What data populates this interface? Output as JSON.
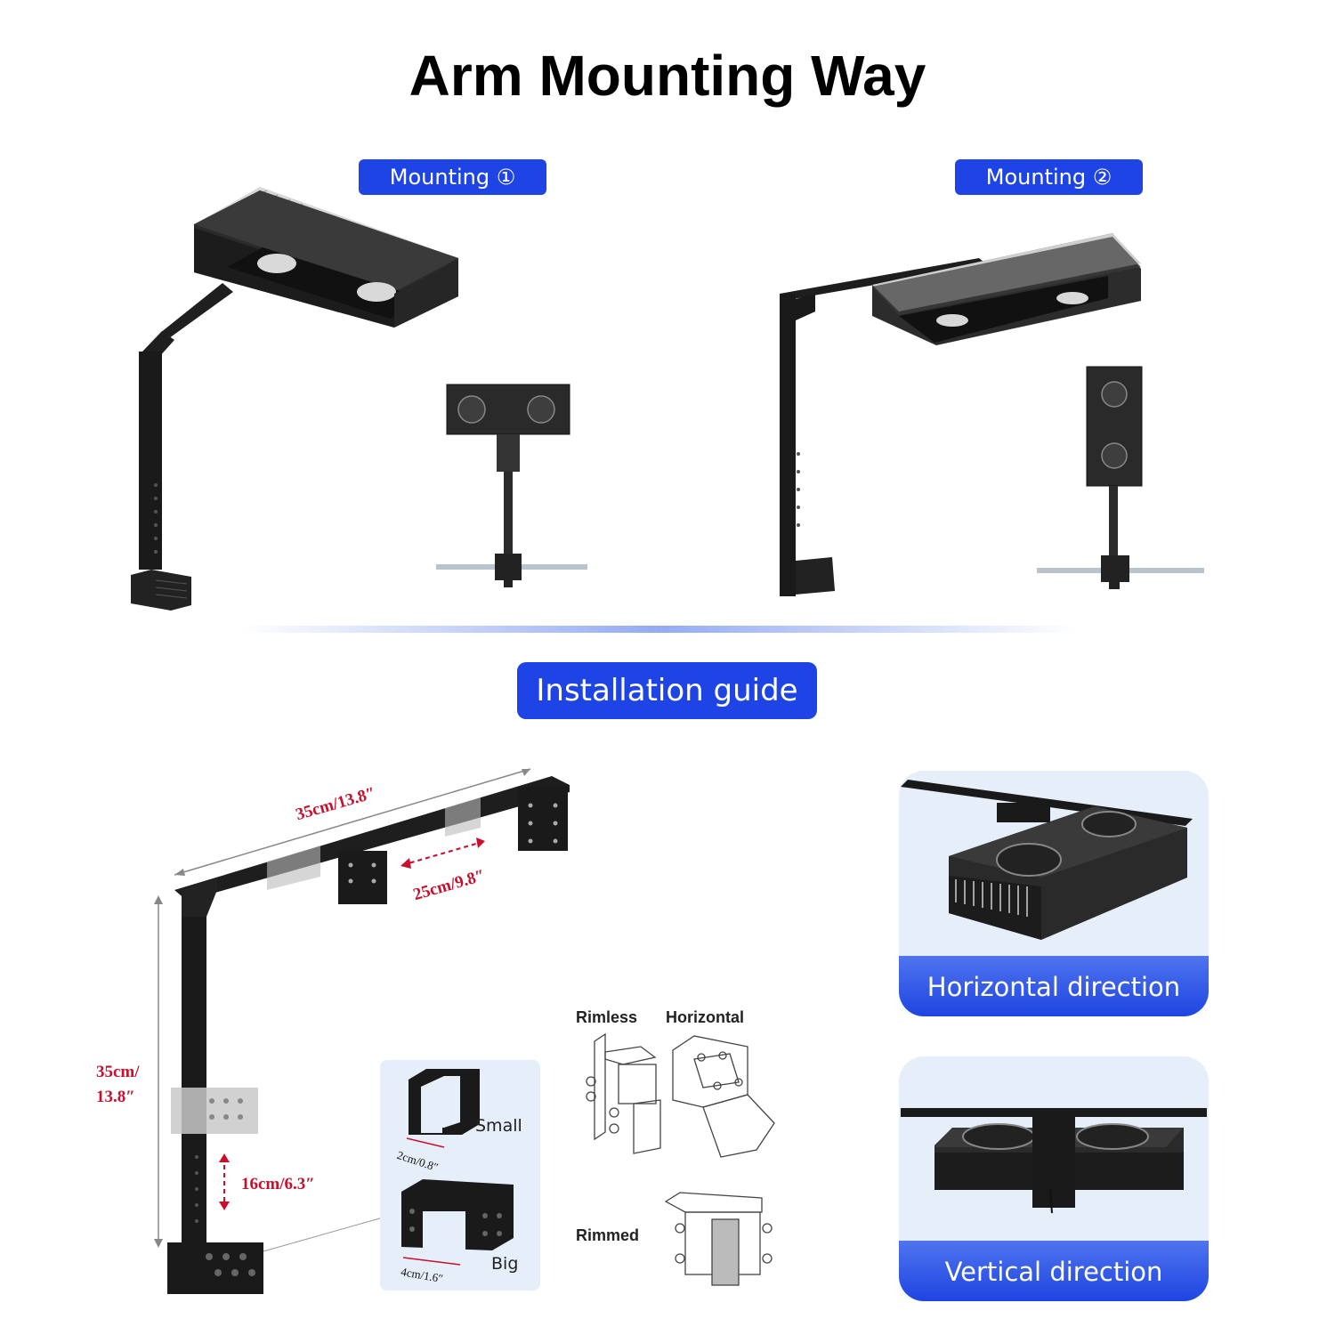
{
  "title": "Arm Mounting Way",
  "mounting": [
    {
      "label": "Mounting ①"
    },
    {
      "label": "Mounting ②"
    }
  ],
  "guide": {
    "label": "Installation guide"
  },
  "dimensions": {
    "arm_length": "35cm/13.8″",
    "slide_range": "25cm/9.8″",
    "pole_height_line1": "35cm/",
    "pole_height_line2": "13.8″",
    "adjust_range": "16cm/6.3″"
  },
  "clamps": {
    "small_label": "Small",
    "small_width": "2cm/0.8″",
    "big_label": "Big",
    "big_width": "4cm/1.6″"
  },
  "tank_types": {
    "rimless": "Rimless",
    "horizontal": "Horizontal",
    "rimmed": "Rimmed"
  },
  "directions": {
    "horizontal": "Horizontal direction",
    "vertical": "Vertical direction"
  },
  "colors": {
    "accent_blue": "#1f44e6",
    "dimension_red": "#c8102e",
    "card_background": "#e6eefa"
  }
}
